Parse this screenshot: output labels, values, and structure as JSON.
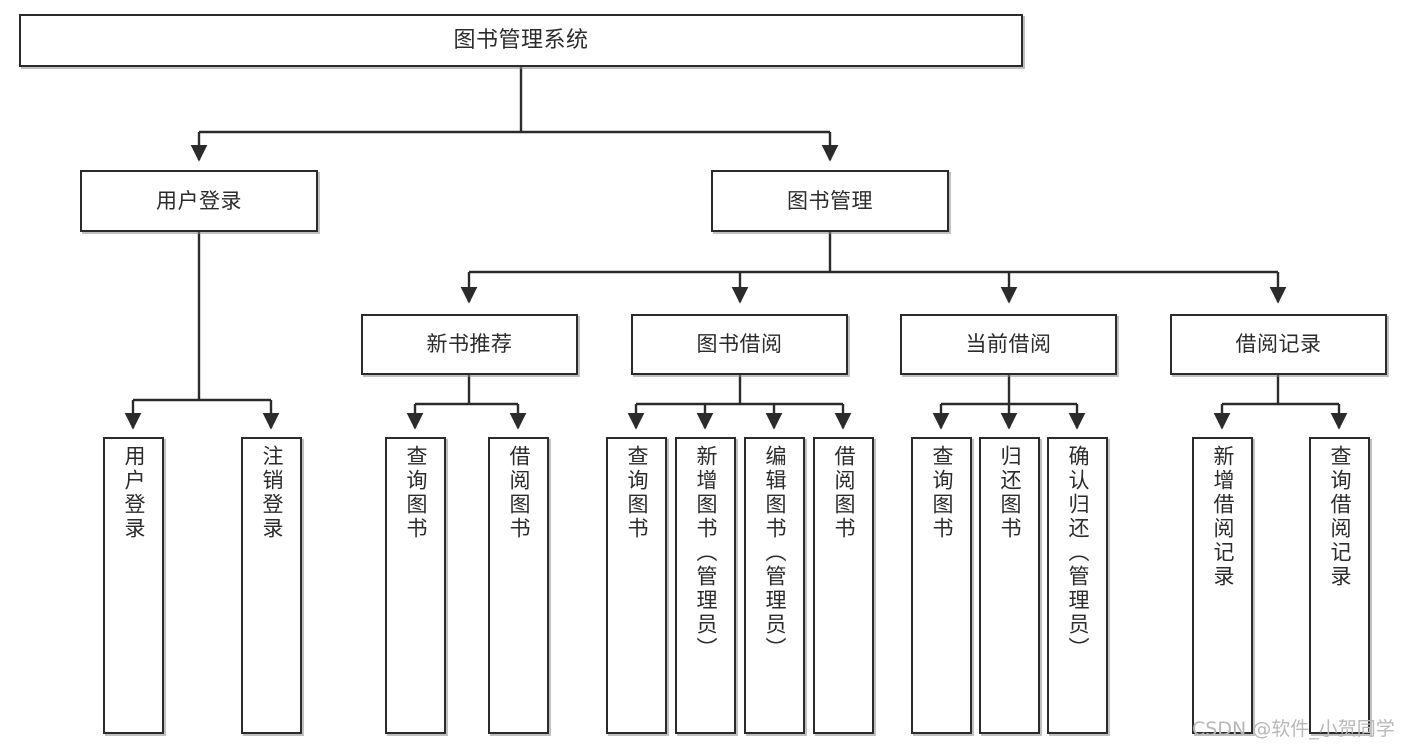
{
  "diagram": {
    "title": "图书管理系统",
    "type": "tree",
    "root": {
      "label": "图书管理系统"
    },
    "level2": [
      {
        "label": "用户登录"
      },
      {
        "label": "图书管理"
      }
    ],
    "level3": [
      {
        "label": "新书推荐"
      },
      {
        "label": "图书借阅"
      },
      {
        "label": "当前借阅"
      },
      {
        "label": "借阅记录"
      }
    ],
    "leaves": {
      "user_login": [
        {
          "label": "用户登录"
        },
        {
          "label": "注销登录"
        }
      ],
      "new_book": [
        {
          "label": "查询图书"
        },
        {
          "label": "借阅图书"
        }
      ],
      "book_borrow": [
        {
          "label": "查询图书"
        },
        {
          "label": "新增图书（管理员）"
        },
        {
          "label": "编辑图书（管理员）"
        },
        {
          "label": "借阅图书"
        }
      ],
      "current_borrow": [
        {
          "label": "查询图书"
        },
        {
          "label": "归还图书"
        },
        {
          "label": "确认归还（管理员）"
        }
      ],
      "borrow_record": [
        {
          "label": "新增借阅记录"
        },
        {
          "label": "查询借阅记录"
        }
      ]
    }
  },
  "watermark": {
    "text": "CSDN @软件_小贺同学"
  },
  "colors": {
    "border": "#2b2b2b",
    "text": "#2b2b2b",
    "background": "#ffffff",
    "watermark": "#b8b8b8"
  }
}
